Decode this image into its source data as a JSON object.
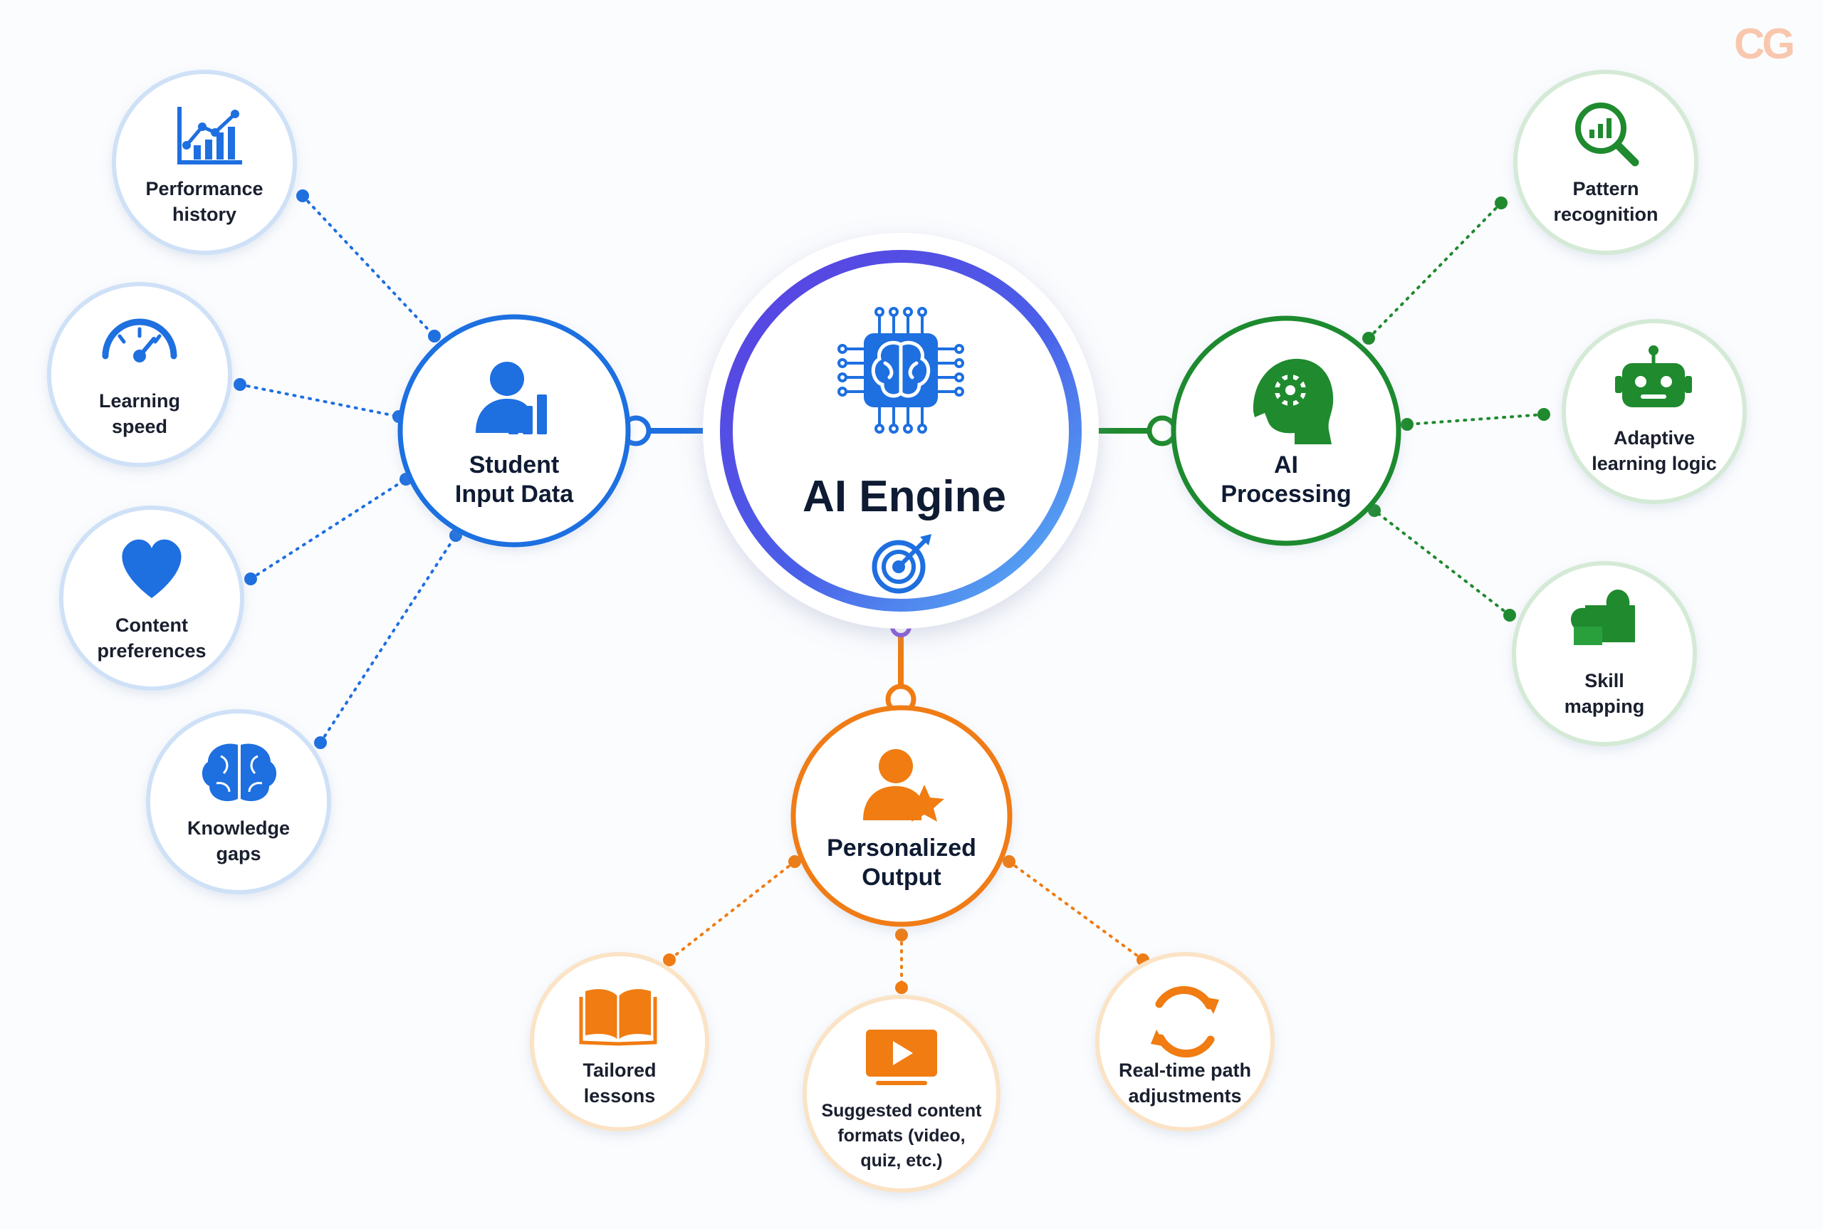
{
  "brand_logo": "CG",
  "core": {
    "label": "AI Engine",
    "icons": [
      "brain-chip-icon",
      "target-icon"
    ]
  },
  "hubs": {
    "input": {
      "lines": [
        "Student",
        "Input Data"
      ],
      "icon": "student-chart-icon",
      "color": "#1e6fe0"
    },
    "processing": {
      "lines": [
        "AI",
        "Processing"
      ],
      "icon": "head-gear-icon",
      "color": "#1f8a2e"
    },
    "output": {
      "lines": [
        "Personalized",
        "Output"
      ],
      "icon": "person-star-icon",
      "color": "#f07c12"
    }
  },
  "input_items": [
    {
      "lines": [
        "Performance",
        "history"
      ],
      "icon": "line-chart-icon"
    },
    {
      "lines": [
        "Learning",
        "speed"
      ],
      "icon": "speedometer-icon"
    },
    {
      "lines": [
        "Content",
        "preferences"
      ],
      "icon": "heart-icon"
    },
    {
      "lines": [
        "Knowledge",
        "gaps"
      ],
      "icon": "brain-icon"
    }
  ],
  "processing_items": [
    {
      "lines": [
        "Pattern",
        "recognition"
      ],
      "icon": "magnifier-chart-icon"
    },
    {
      "lines": [
        "Adaptive",
        "learning logic"
      ],
      "icon": "robot-icon"
    },
    {
      "lines": [
        "Skill",
        "mapping"
      ],
      "icon": "puzzle-icon"
    }
  ],
  "output_items": [
    {
      "lines": [
        "Tailored",
        "lessons"
      ],
      "icon": "open-book-icon"
    },
    {
      "lines": [
        "Suggested content",
        "formats (video,",
        "quiz, etc.)"
      ],
      "icon": "video-play-icon"
    },
    {
      "lines": [
        "Real-time path",
        "adjustments"
      ],
      "icon": "refresh-icon"
    }
  ]
}
